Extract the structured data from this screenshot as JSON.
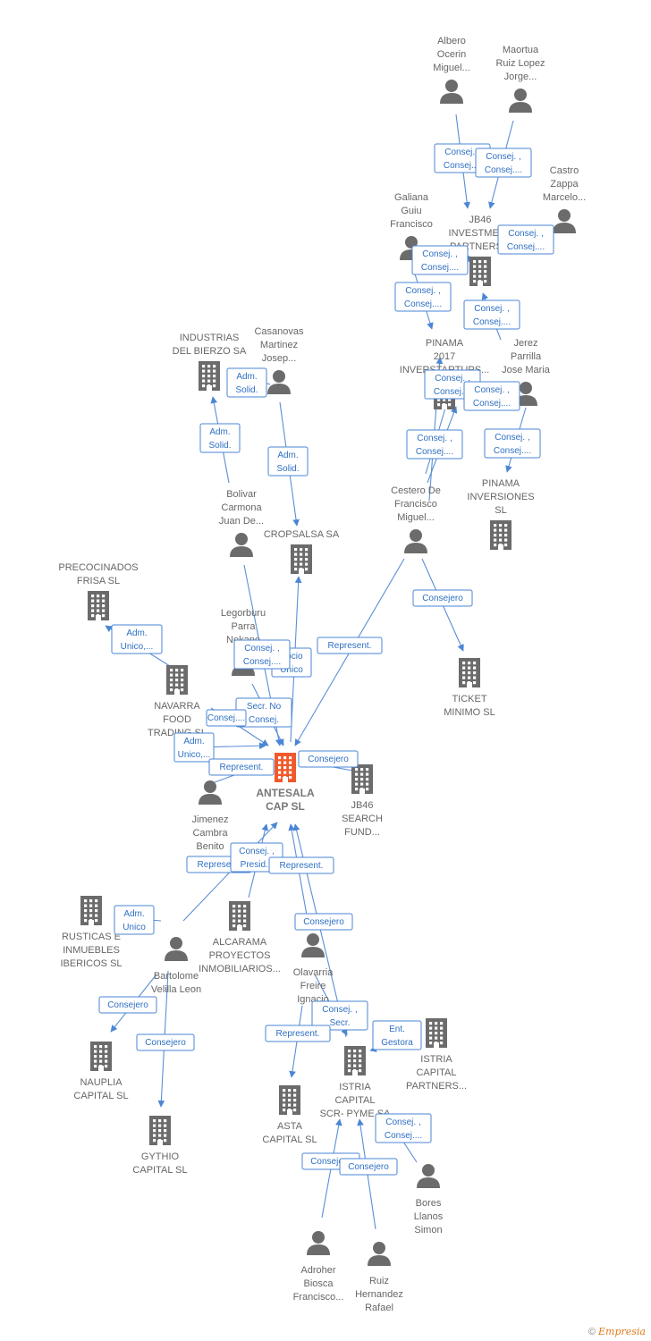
{
  "colors": {
    "accent": "#4a86d4",
    "icon": "#6b6b6b",
    "center": "#f0592a"
  },
  "footer": {
    "copyright": "©",
    "brand": "Empresia"
  },
  "nodes": [
    {
      "id": "albero",
      "type": "person",
      "label": [
        "Albero",
        "Ocerin",
        "Miguel..."
      ]
    },
    {
      "id": "maortua",
      "type": "person",
      "label": [
        "Maortua",
        "Ruiz Lopez",
        "Jorge..."
      ]
    },
    {
      "id": "castro",
      "type": "person",
      "label": [
        "Castro",
        "Zappa",
        "Marcelo..."
      ]
    },
    {
      "id": "galiana",
      "type": "person",
      "label": [
        "Galiana",
        "Guiu",
        "Francisco"
      ]
    },
    {
      "id": "jb46inv",
      "type": "company",
      "label": [
        "JB46",
        "INVESTMENT",
        "PARTNERS..."
      ]
    },
    {
      "id": "pinama2017",
      "type": "company",
      "label": [
        "PINAMA",
        "2017",
        "INVERSTARTUPS..."
      ]
    },
    {
      "id": "jerez",
      "type": "person",
      "label": [
        "Jerez",
        "Parrilla",
        "Jose Maria"
      ]
    },
    {
      "id": "pinamainv",
      "type": "company",
      "label": [
        "PINAMA",
        "INVERSIONES",
        "SL"
      ]
    },
    {
      "id": "cestero",
      "type": "person",
      "label": [
        "Cestero De",
        "Francisco",
        "Miguel..."
      ]
    },
    {
      "id": "industrias",
      "type": "company",
      "label": [
        "INDUSTRIAS",
        "DEL BIERZO SA"
      ]
    },
    {
      "id": "casanovas",
      "type": "person",
      "label": [
        "Casanovas",
        "Martinez",
        "Josep..."
      ]
    },
    {
      "id": "bolivar",
      "type": "person",
      "label": [
        "Bolivar",
        "Carmona",
        "Juan De..."
      ]
    },
    {
      "id": "cropsalsa",
      "type": "company",
      "label": [
        "CROPSALSA SA"
      ]
    },
    {
      "id": "ticket",
      "type": "company",
      "label": [
        "TICKET",
        "MINIMO SL"
      ]
    },
    {
      "id": "precocinados",
      "type": "company",
      "label": [
        "PRECOCINADOS",
        "FRISA SL"
      ]
    },
    {
      "id": "legorburu",
      "type": "person",
      "label": [
        "Legorburu",
        "Parra",
        "Nekane"
      ]
    },
    {
      "id": "navarra",
      "type": "company",
      "label": [
        "NAVARRA",
        "FOOD",
        "TRADING SL"
      ]
    },
    {
      "id": "antesala",
      "type": "center",
      "label": [
        "ANTESALA",
        "CAP SL"
      ]
    },
    {
      "id": "jb46search",
      "type": "company",
      "label": [
        "JB46",
        "SEARCH",
        "FUND..."
      ]
    },
    {
      "id": "jimenez",
      "type": "person",
      "label": [
        "Jimenez",
        "Cambra",
        "Benito"
      ]
    },
    {
      "id": "rusticas",
      "type": "company",
      "label": [
        "RUSTICAS E",
        "INMUEBLES",
        "IBERICOS SL"
      ]
    },
    {
      "id": "alcarama",
      "type": "company",
      "label": [
        "ALCARAMA",
        "PROYECTOS",
        "INMOBILIARIOS..."
      ]
    },
    {
      "id": "bartolome",
      "type": "person",
      "label": [
        "Bartolome",
        "Velilla Leon"
      ]
    },
    {
      "id": "olavarria",
      "type": "person",
      "label": [
        "Olavarria",
        "Freire",
        "Ignacio"
      ]
    },
    {
      "id": "nauplia",
      "type": "company",
      "label": [
        "NAUPLIA",
        "CAPITAL SL"
      ]
    },
    {
      "id": "istriapart",
      "type": "company",
      "label": [
        "ISTRIA",
        "CAPITAL",
        "PARTNERS..."
      ]
    },
    {
      "id": "istriascr",
      "type": "company",
      "label": [
        "ISTRIA",
        "CAPITAL",
        "SCR- PYME SA"
      ]
    },
    {
      "id": "asta",
      "type": "company",
      "label": [
        "ASTA",
        "CAPITAL SL"
      ]
    },
    {
      "id": "gythio",
      "type": "company",
      "label": [
        "GYTHIO",
        "CAPITAL SL"
      ]
    },
    {
      "id": "bores",
      "type": "person",
      "label": [
        "Bores",
        "Llanos",
        "Simon"
      ]
    },
    {
      "id": "adroher",
      "type": "person",
      "label": [
        "Adroher",
        "Biosca",
        "Francisco..."
      ]
    },
    {
      "id": "ruiz",
      "type": "person",
      "label": [
        "Ruiz",
        "Hernandez",
        "Rafael"
      ]
    }
  ],
  "edges": [
    {
      "id": "e1",
      "from": "albero",
      "to": "jb46inv",
      "label": [
        "Consej. ,",
        "Consej...."
      ]
    },
    {
      "id": "e2",
      "from": "maortua",
      "to": "jb46inv",
      "label": [
        "Consej. ,",
        "Consej...."
      ]
    },
    {
      "id": "e3",
      "from": "castro",
      "to": "jb46inv",
      "label": [
        "Consej. ,",
        "Consej...."
      ]
    },
    {
      "id": "e4",
      "from": "galiana",
      "to": "jb46inv",
      "label": [
        "Consej. ,",
        "Consej...."
      ]
    },
    {
      "id": "e5",
      "from": "galiana",
      "to": "pinama2017",
      "label": [
        "Consej. ,",
        "Consej...."
      ]
    },
    {
      "id": "e6",
      "from": "jerez",
      "to": "jb46inv",
      "label": [
        "Consej. ,",
        "Consej...."
      ]
    },
    {
      "id": "e7",
      "from": "jerez",
      "to": "pinamainv",
      "label": [
        "Consej. ,",
        "Consej...."
      ]
    },
    {
      "id": "e8",
      "from": "cestero",
      "to": "pinama2017",
      "label": [
        "Consej. ,",
        "Consej...."
      ]
    },
    {
      "id": "e9",
      "from": "cestero",
      "to": "pinama2017",
      "label": [
        "Consej. ,",
        "Consej...."
      ]
    },
    {
      "id": "e10",
      "from": "cestero",
      "to": "pinama2017",
      "label": [
        "Consej. ,",
        "Consej...."
      ]
    },
    {
      "id": "e11",
      "from": "cestero",
      "to": "ticket",
      "label": [
        "Consejero"
      ]
    },
    {
      "id": "e12",
      "from": "cestero",
      "to": "antesala",
      "label": [
        "Represent."
      ]
    },
    {
      "id": "e13",
      "from": "casanovas",
      "to": "industrias",
      "label": [
        "Adm.",
        "Solid."
      ]
    },
    {
      "id": "e14",
      "from": "bolivar",
      "to": "industrias",
      "label": [
        "Adm.",
        "Solid."
      ]
    },
    {
      "id": "e15",
      "from": "casanovas",
      "to": "cropsalsa",
      "label": [
        "Adm.",
        "Solid."
      ]
    },
    {
      "id": "e16",
      "from": "bolivar",
      "to": "cropsalsa",
      "label": [
        "Socio",
        "Único"
      ]
    },
    {
      "id": "e17",
      "from": "bolivar",
      "to": "antesala",
      "label": [
        "Consej. ,",
        "Consej...."
      ]
    },
    {
      "id": "e18",
      "from": "navarra",
      "to": "precocinados",
      "label": [
        "Adm.",
        "Unico,..."
      ]
    },
    {
      "id": "e19",
      "from": "legorburu",
      "to": "antesala",
      "label": [
        "Secr. No",
        "Consej."
      ]
    },
    {
      "id": "e20",
      "from": "navarra",
      "to": "antesala",
      "label": [
        "Consej...."
      ]
    },
    {
      "id": "e21",
      "from": "navarra",
      "to": "antesala",
      "label": [
        "Adm.",
        "Unico,..."
      ]
    },
    {
      "id": "e22",
      "from": "jimenez",
      "to": "antesala",
      "label": [
        "Represent."
      ]
    },
    {
      "id": "e23",
      "from": "jb46search",
      "to": "antesala",
      "label": [
        "Consejero"
      ]
    },
    {
      "id": "e24",
      "from": "bartolome",
      "to": "antesala",
      "label": [
        "Represent."
      ]
    },
    {
      "id": "e25",
      "from": "alcarama",
      "to": "antesala",
      "label": [
        "Consej. ,",
        "Presid..."
      ]
    },
    {
      "id": "e26",
      "from": "olavarria",
      "to": "antesala",
      "label": [
        "Represent."
      ]
    },
    {
      "id": "e27",
      "from": "istriascr",
      "to": "antesala",
      "label": [
        "Consejero"
      ]
    },
    {
      "id": "e28",
      "from": "bartolome",
      "to": "rusticas",
      "label": [
        "Adm.",
        "Unico"
      ]
    },
    {
      "id": "e29",
      "from": "bartolome",
      "to": "nauplia",
      "label": [
        "Consejero"
      ]
    },
    {
      "id": "e30",
      "from": "bartolome",
      "to": "gythio",
      "label": [
        "Consejero"
      ]
    },
    {
      "id": "e31",
      "from": "olavarria",
      "to": "istriascr",
      "label": [
        "Consej. ,",
        "Secr."
      ]
    },
    {
      "id": "e32",
      "from": "olavarria",
      "to": "asta",
      "label": [
        "Represent."
      ]
    },
    {
      "id": "e33",
      "from": "istriapart",
      "to": "istriascr",
      "label": [
        "Ent.",
        "Gestora"
      ]
    },
    {
      "id": "e34",
      "from": "bores",
      "to": "istriascr",
      "label": [
        "Consej. ,",
        "Consej...."
      ]
    },
    {
      "id": "e35",
      "from": "adroher",
      "to": "istriascr",
      "label": [
        "Consejero"
      ]
    },
    {
      "id": "e36",
      "from": "ruiz",
      "to": "istriascr",
      "label": [
        "Consejero"
      ]
    }
  ]
}
